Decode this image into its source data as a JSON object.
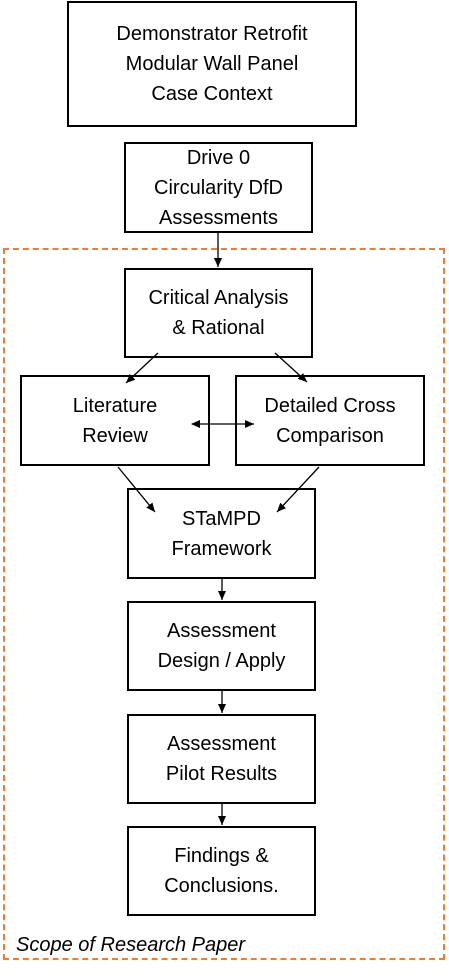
{
  "boxes": {
    "context": "Demonstrator Retrofit\nModular Wall Panel\nCase Context",
    "drive0": "Drive 0\nCircularity DfD\nAssessments",
    "critical": "Critical Analysis\n& Rational",
    "literature": "Literature\nReview",
    "comparison": "Detailed Cross\nComparison",
    "stampd": "STaMPD\nFramework",
    "design": "Assessment\nDesign / Apply",
    "pilot": "Assessment\nPilot Results",
    "findings": "Findings &\nConclusions."
  },
  "scope_label": "Scope of Research Paper",
  "colors": {
    "scope_border": "#ED7D31",
    "box_border": "#000000"
  }
}
